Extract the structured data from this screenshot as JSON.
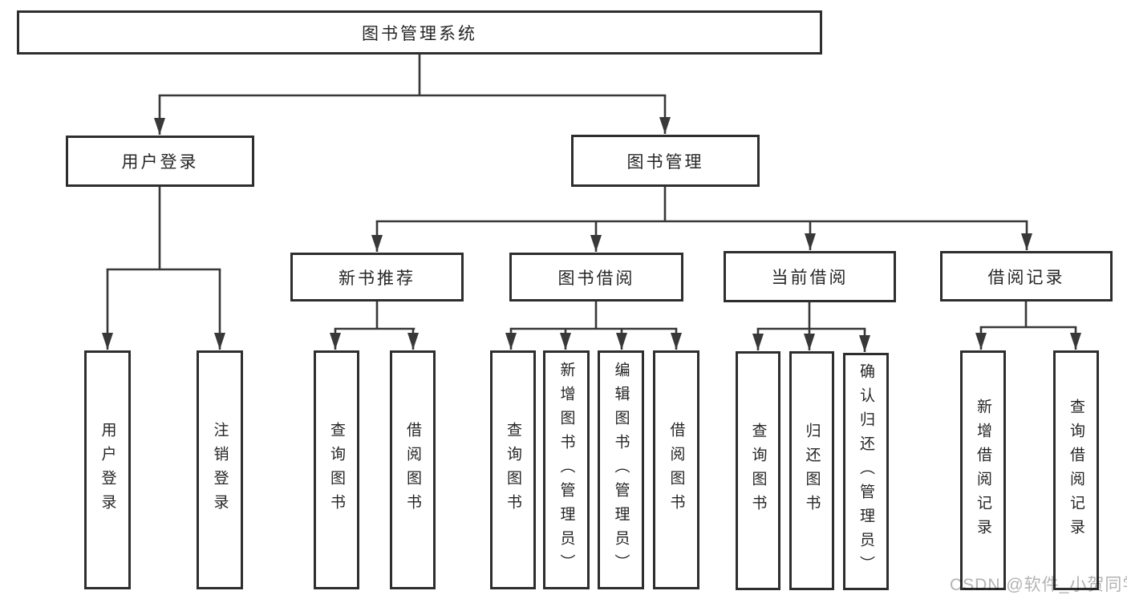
{
  "diagram_title": "图书管理系统",
  "nodes": {
    "root": {
      "label": "图书管理系统"
    },
    "user_login": {
      "label": "用户登录"
    },
    "book_management": {
      "label": "图书管理"
    },
    "user_login_leaf": {
      "label": "用户登录"
    },
    "logout_leaf": {
      "label": "注销登录"
    },
    "new_book_recommend": {
      "label": "新书推荐"
    },
    "book_borrow": {
      "label": "图书借阅"
    },
    "current_borrow": {
      "label": "当前借阅"
    },
    "borrow_record": {
      "label": "借阅记录"
    },
    "nbr_query_books": {
      "label": "查询图书"
    },
    "nbr_borrow_books": {
      "label": "借阅图书"
    },
    "bb_query_books": {
      "label": "查询图书"
    },
    "bb_add_books": {
      "label": "新增图书（管理员）"
    },
    "bb_edit_books": {
      "label": "编辑图书（管理员）"
    },
    "bb_borrow_books": {
      "label": "借阅图书"
    },
    "cb_query_books": {
      "label": "查询图书"
    },
    "cb_return_books": {
      "label": "归还图书"
    },
    "cb_confirm_return": {
      "label": "确认归还（管理员）"
    },
    "br_add_record": {
      "label": "新增借阅记录"
    },
    "br_query_record": {
      "label": "查询借阅记录"
    }
  },
  "hierarchy": {
    "图书管理系统": {
      "用户登录": [
        "用户登录",
        "注销登录"
      ],
      "图书管理": {
        "新书推荐": [
          "查询图书",
          "借阅图书"
        ],
        "图书借阅": [
          "查询图书",
          "新增图书（管理员）",
          "编辑图书（管理员）",
          "借阅图书"
        ],
        "当前借阅": [
          "查询图书",
          "归还图书",
          "确认归还（管理员）"
        ],
        "借阅记录": [
          "新增借阅记录",
          "查询借阅记录"
        ]
      }
    }
  },
  "watermark": {
    "text": "CSDN @软件_小贺同学",
    "color": "#b3b3b3"
  },
  "colors": {
    "line": "#383838",
    "box_border": "#2e2e2e",
    "box_fill": "#ffffff",
    "text": "#262626",
    "background": "#ffffff"
  }
}
